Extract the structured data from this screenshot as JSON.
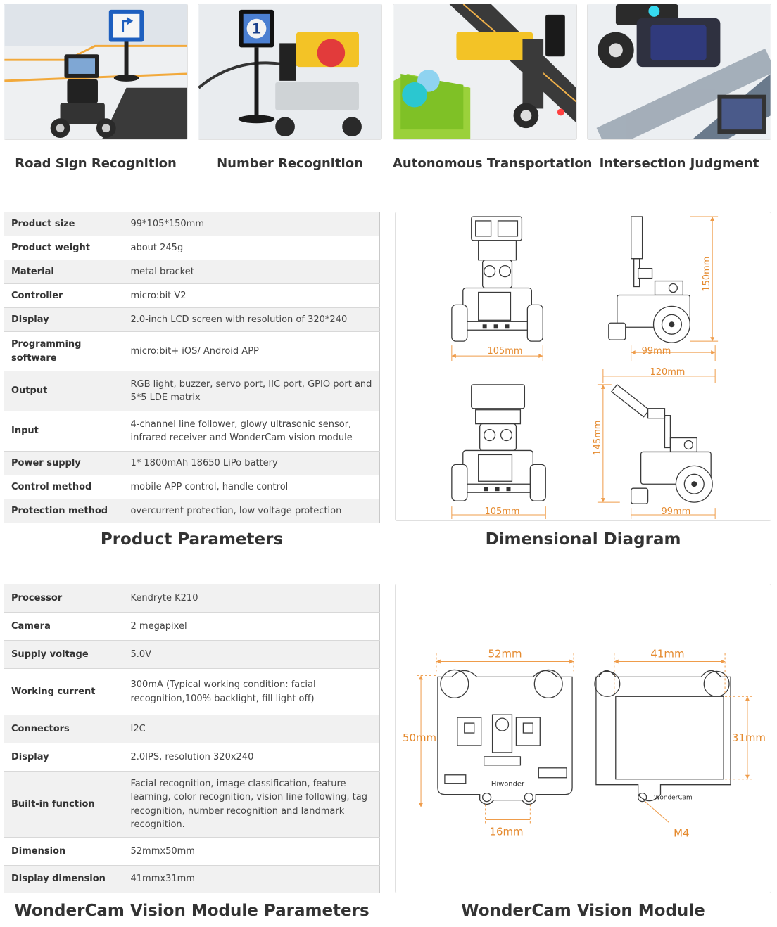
{
  "feature_photos": [
    {
      "caption": "Road Sign Recognition"
    },
    {
      "caption": "Number Recognition"
    },
    {
      "caption": "Autonomous Transportation"
    },
    {
      "caption": "Intersection Judgment"
    }
  ],
  "product_parameters": {
    "title": "Product Parameters",
    "rows": [
      {
        "key": "Product size",
        "value": "99*105*150mm"
      },
      {
        "key": "Product weight",
        "value": "about 245g"
      },
      {
        "key": "Material",
        "value": "metal bracket"
      },
      {
        "key": "Controller",
        "value": "micro:bit V2"
      },
      {
        "key": "Display",
        "value": "2.0-inch LCD screen with resolution of 320*240"
      },
      {
        "key": "Programming software",
        "value": "micro:bit+ iOS/ Android APP"
      },
      {
        "key": "Output",
        "value": "RGB light, buzzer, servo port, IIC port, GPIO port and 5*5 LDE matrix"
      },
      {
        "key": "Input",
        "value": "4-channel line follower, glowy ultrasonic sensor, infrared receiver and WonderCam vision module"
      },
      {
        "key": "Power supply",
        "value": "1* 1800mAh 18650 LiPo battery"
      },
      {
        "key": "Control method",
        "value": "mobile APP control, handle control"
      },
      {
        "key": "Protection method",
        "value": "overcurrent protection, low voltage protection"
      }
    ]
  },
  "dimensional_diagram": {
    "title": "Dimensional Diagram",
    "labels": {
      "front_width_top": "105mm",
      "side_depth_top": "99mm",
      "height_top": "150mm",
      "extended_length": "120mm",
      "height_bottom": "145mm",
      "front_width_bottom": "105mm",
      "side_depth_bottom": "99mm"
    }
  },
  "wondercam_parameters": {
    "title": "WonderCam Vision Module Parameters",
    "rows": [
      {
        "key": "Processor",
        "value": "Kendryte K210"
      },
      {
        "key": "Camera",
        "value": "2 megapixel"
      },
      {
        "key": "Supply voltage",
        "value": "5.0V"
      },
      {
        "key": "Working current",
        "value": "300mA (Typical working condition: facial recognition,100% backlight, fill light off)"
      },
      {
        "key": "Connectors",
        "value": "I2C"
      },
      {
        "key": "Display",
        "value": "2.0IPS, resolution 320x240"
      },
      {
        "key": "Built-in function",
        "value": "Facial recognition, image classification, feature learning, color recognition, vision line following, tag recognition, number recognition and landmark recognition."
      },
      {
        "key": "Dimension",
        "value": "52mmx50mm"
      },
      {
        "key": "Display dimension",
        "value": "41mmx31mm"
      }
    ]
  },
  "wondercam_module": {
    "title": "WonderCam Vision Module",
    "labels": {
      "board_width": "52mm",
      "board_height": "50mm",
      "hole_spacing": "16mm",
      "screen_width": "41mm",
      "screen_height": "31mm",
      "screw": "M4",
      "brand_print": "Hiwonder",
      "module_print": "WonderCam"
    }
  },
  "colors": {
    "dimension_orange": "#e58a2e",
    "row_shade": "#f1f1f1"
  }
}
